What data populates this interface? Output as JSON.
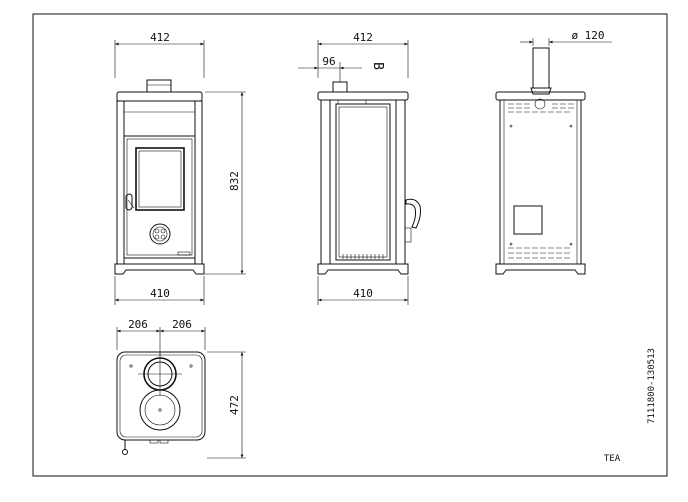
{
  "dimensions": {
    "front_width_top": "412",
    "front_width_bottom": "410",
    "front_height": "832",
    "side_width_top": "412",
    "side_offset": "96",
    "side_label": "B",
    "side_width_bottom": "410",
    "back_flue": "ø  120",
    "top_left_half": "206",
    "top_right_half": "206",
    "top_depth": "472"
  },
  "drawing_code": "7111800-130513",
  "model_name": "TEA"
}
